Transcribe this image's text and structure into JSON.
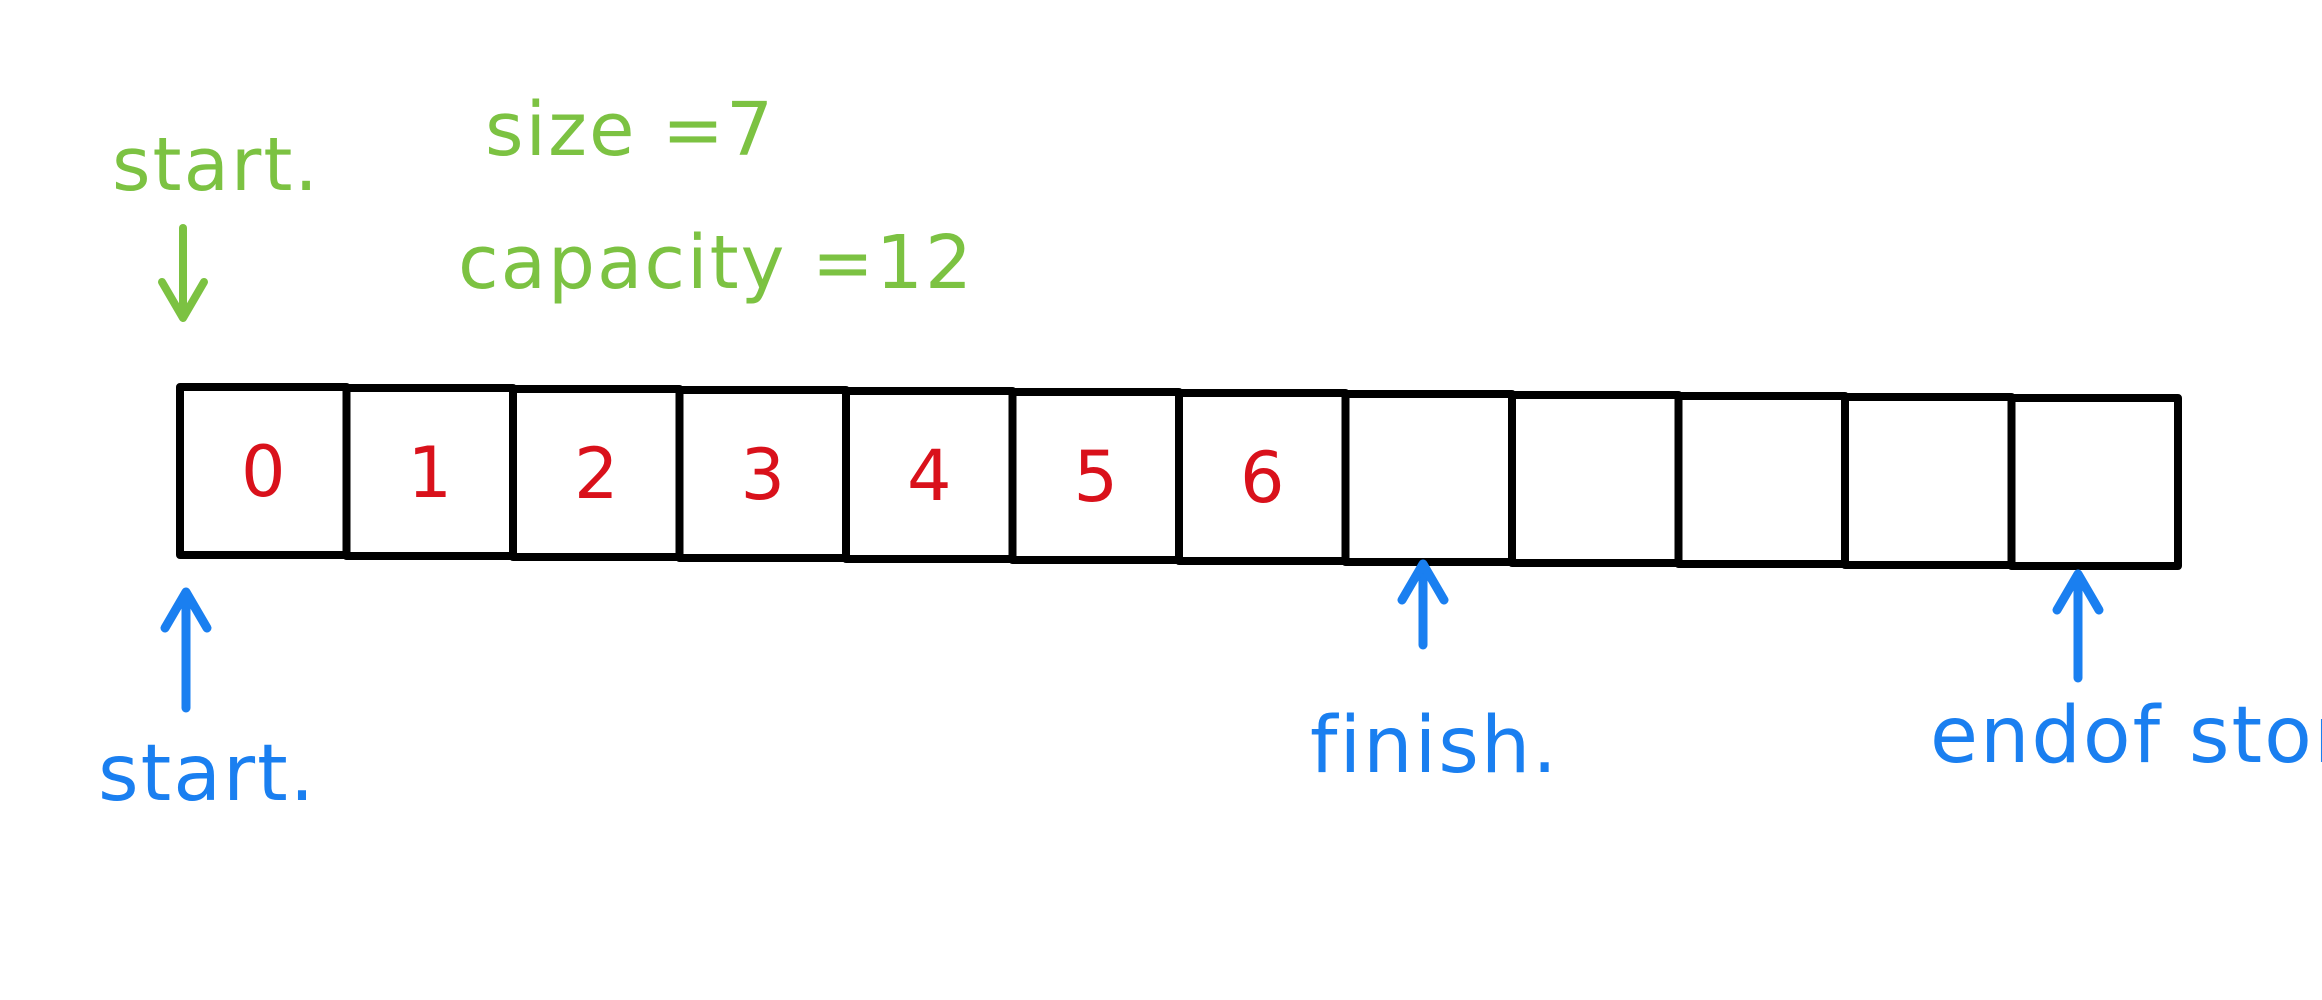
{
  "annotations": {
    "top_pointer_label": "start.",
    "size_text": "size =7",
    "capacity_text": "capacity =12"
  },
  "array": {
    "cells": [
      "0",
      "1",
      "2",
      "3",
      "4",
      "5",
      "6",
      "",
      "",
      "",
      "",
      ""
    ]
  },
  "pointers": {
    "start": "start.",
    "finish": "finish.",
    "end_of_storage": "endof storage"
  },
  "colors": {
    "green": "#7cc242",
    "blue": "#1a7ff0",
    "red": "#d9111b",
    "black": "#000000"
  }
}
